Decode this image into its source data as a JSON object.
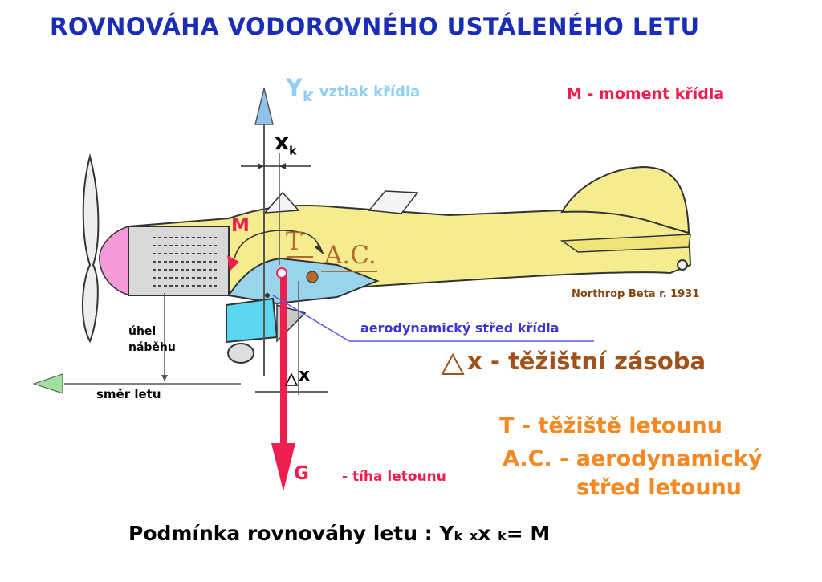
{
  "title": "ROVNOVÁHA VODOROVNÉHO USTÁLENÉHO LETU",
  "lift": {
    "symbol": "Y",
    "subscript": "k",
    "text": "- vztlak křídla"
  },
  "moment_legend": "M - moment křídla",
  "xk": {
    "symbol": "x",
    "subscript": "k"
  },
  "moment_symbol": "M",
  "cg_symbol": "T",
  "ac_symbol": "A.C.",
  "aircraft_caption": "Northrop Beta r. 1931",
  "wing_ac_label": "aerodynamický střed křídla",
  "angle_of_attack": {
    "line1": "úhel",
    "line2": "náběhu"
  },
  "static_margin": {
    "symbol": "x",
    "text": " - těžištní zásoba"
  },
  "delta_x": "x",
  "flight_direction": "směr letu",
  "t_legend": "T - těžiště letounu",
  "ac_legend": {
    "line1": "A.C. - aerodynamický",
    "line2": "střed letounu"
  },
  "weight": {
    "symbol": "G",
    "text": "- tíha letounu"
  },
  "condition": {
    "lead": "Podmínka rovnováhy letu : Y",
    "sub_k": "k",
    "times": "x",
    "x": "x",
    "sub_k2": "k",
    "tail": "= M"
  },
  "colors": {
    "title": "#1a2db8",
    "lift": "#8fd0f2",
    "moment": "#ee1f4e",
    "orange": "#f48823",
    "brown": "#a0521a",
    "fuselage": "#f5ec8f",
    "cowl": "#d9d9d9",
    "spinner": "#f49ad8",
    "wing": "#9ad3ec",
    "gear": "#5ad6f2"
  }
}
